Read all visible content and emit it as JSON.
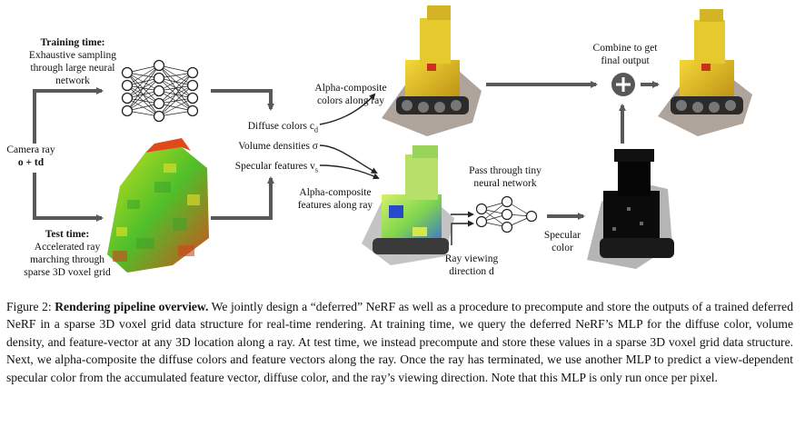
{
  "labels": {
    "training_title": "Training time:",
    "training_l1": "Exhaustive sampling",
    "training_l2": "through large neural",
    "training_l3": "network",
    "camera_l1": "Camera ray",
    "camera_l2": "o + td",
    "test_title": "Test time:",
    "test_l1": "Accelerated ray",
    "test_l2": "marching through",
    "test_l3": "sparse 3D voxel grid",
    "diffuse": "Diffuse colors c",
    "diffuse_sub": "d",
    "density": "Volume densities σ",
    "specular": "Specular features v",
    "specular_sub": "s",
    "alpha_colors_l1": "Alpha-composite",
    "alpha_colors_l2": "colors along ray",
    "alpha_feat_l1": "Alpha-composite",
    "alpha_feat_l2": "features along ray",
    "combine_l1": "Combine to get",
    "combine_l2": "final output",
    "tiny_l1": "Pass through tiny",
    "tiny_l2": "neural network",
    "viewdir_l1": "Ray viewing",
    "viewdir_l2": "direction d",
    "speccolor_l1": "Specular",
    "speccolor_l2": "color"
  },
  "caption": {
    "prefix": "Figure 2: ",
    "title": "Rendering pipeline overview.",
    "body": " We jointly design a “deferred” NeRF as well as a procedure to precompute and store the outputs of a trained deferred NeRF in a sparse 3D voxel grid data structure for real-time rendering. At training time, we query the deferred NeRF’s MLP for the diffuse color, volume density, and feature-vector at any 3D location along a ray. At test time, we instead precompute and store these values in a sparse 3D voxel grid data structure. Next, we alpha-composite the diffuse colors and feature vectors along the ray. Once the ray has terminated, we use another MLP to predict a view-dependent specular color from the accumulated feature vector, diffuse color, and the ray’s viewing direction. Note that this MLP is only run once per pixel."
  },
  "icons": [
    "neural-network-icon",
    "voxel-grid-icon",
    "lego-diffuse-image",
    "lego-features-image",
    "lego-specular-image",
    "lego-final-image",
    "plus-icon"
  ]
}
